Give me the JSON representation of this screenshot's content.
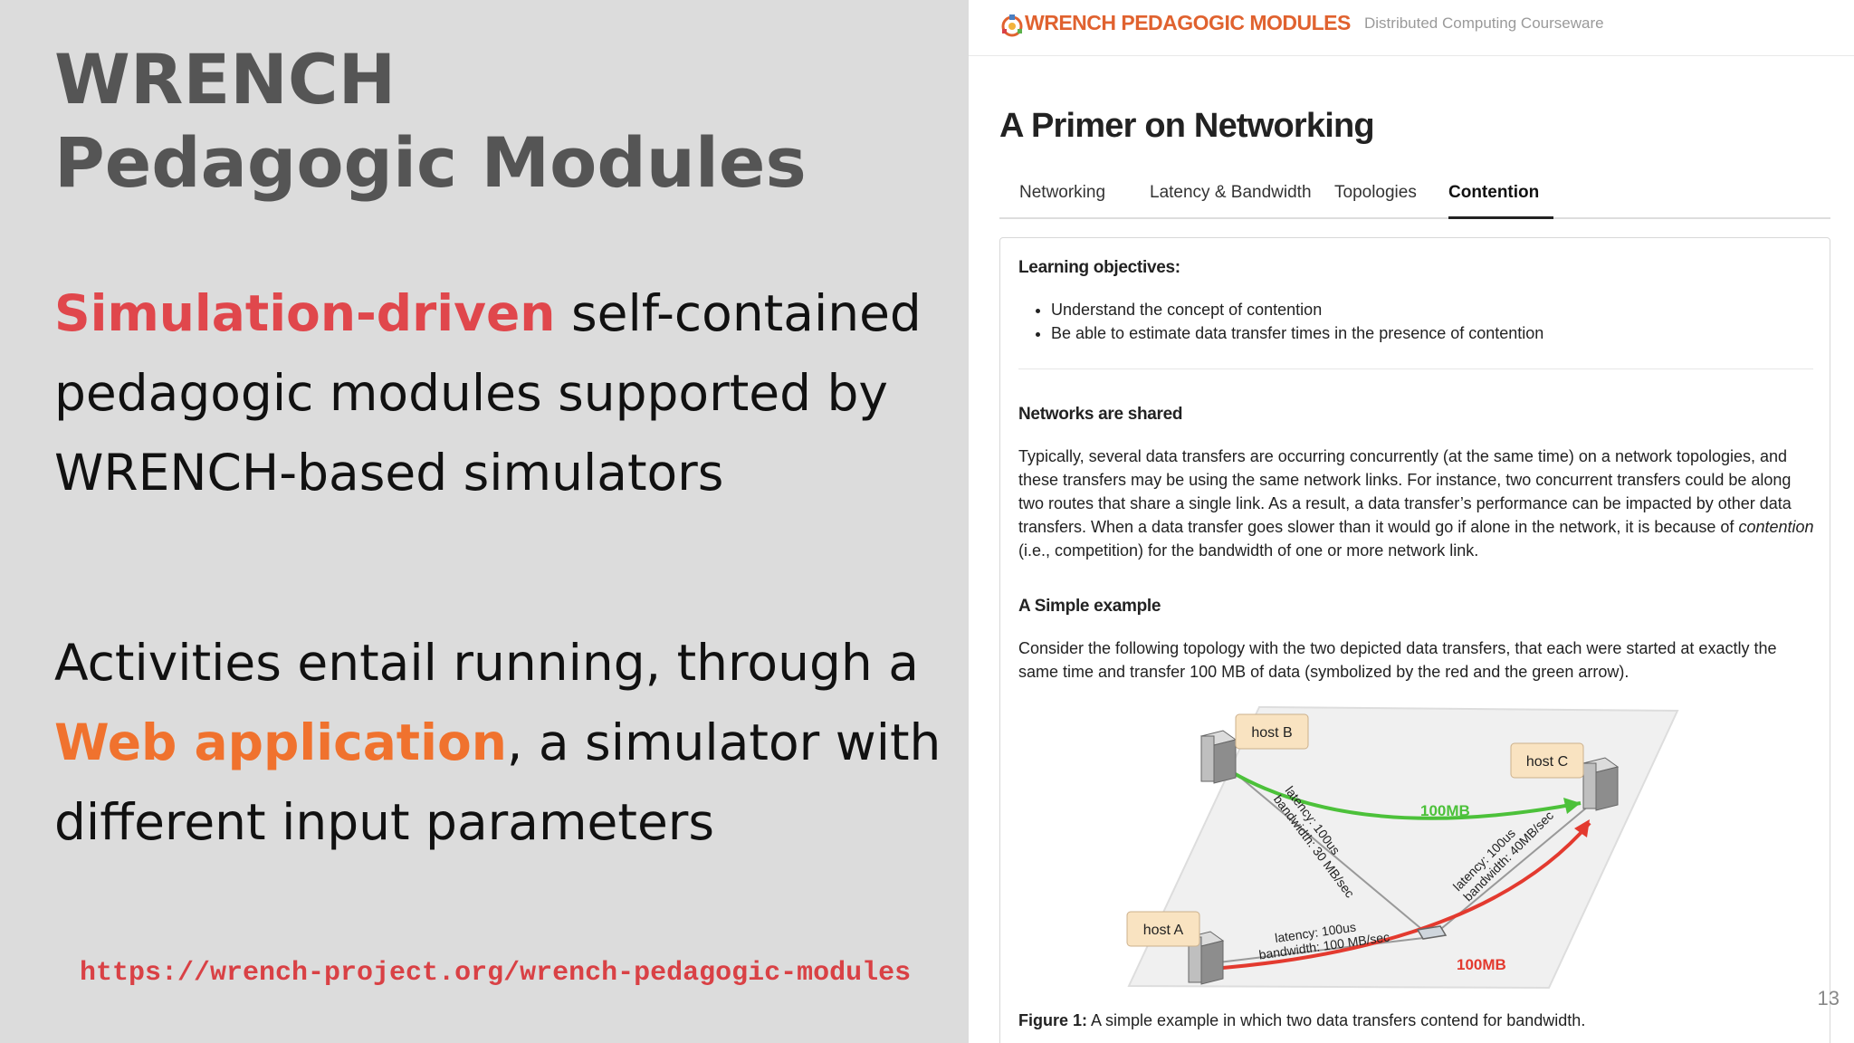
{
  "slide": {
    "title_line1": "WRENCH",
    "title_line2": "Pedagogic Modules",
    "bullet1": {
      "highlight": "Simulation-driven",
      "rest": " self-contained pedagogic modules supported by WRENCH-based simulators"
    },
    "bullet2": {
      "pre": "Activities entail running, through a ",
      "highlight": "Web application",
      "post": ", a simulator with different input parameters"
    },
    "url": "https://wrench-project.org/wrench-pedagogic-modules",
    "page_number": "13"
  },
  "site": {
    "name": "WRENCH PEDAGOGIC MODULES",
    "subtitle": "Distributed Computing Courseware",
    "page_title": "A Primer on Networking",
    "tabs": [
      {
        "label": "Networking"
      },
      {
        "label": "Latency & Bandwidth"
      },
      {
        "label": "Topologies"
      },
      {
        "label": "Contention"
      }
    ],
    "active_tab": "Contention",
    "learning": {
      "heading": "Learning objectives:",
      "items": [
        "Understand the concept of contention",
        "Be able to estimate data transfer times in the presence of contention"
      ]
    },
    "shared": {
      "heading": "Networks are shared",
      "text_pre": "Typically, several data transfers are occurring concurrently (at the same time) on a network topologies, and these transfers may be using the same network links. For instance, two concurrent transfers could be along two routes that share a single link. As a result, a data transfer’s performance can be impacted by other data transfers. When a data transfer goes slower than it would go if alone in the network, it is because of ",
      "text_em": "contention",
      "text_post": " (i.e., competition) for the bandwidth of one or more network link."
    },
    "example": {
      "heading": "A Simple example",
      "text": "Consider the following topology with the two depicted data transfers, that each were started at exactly the same time and transfer 100 MB of data (symbolized by the red and the green arrow)."
    },
    "figure": {
      "host_b": "host B",
      "host_c": "host C",
      "host_a": "host A",
      "label_100mb_green": "100MB",
      "label_100mb_red": "100MB",
      "link_b_latency": "latency: 100us",
      "link_b_bandwidth": "bandwidth: 30 MB/sec",
      "link_c_latency": "latency: 100us",
      "link_c_bandwidth": "bandwidth: 40MB/sec",
      "link_a_latency": "latency: 100us",
      "link_a_bandwidth": "bandwidth: 100 MB/sec",
      "caption_label": "Figure 1:",
      "caption_text": " A simple example in which two data transfers contend for bandwidth."
    }
  },
  "colors": {
    "accent_red": "#e0474c",
    "accent_orange": "#f0722e",
    "green_arrow": "#4cc13a",
    "red_arrow": "#e33a2f"
  }
}
